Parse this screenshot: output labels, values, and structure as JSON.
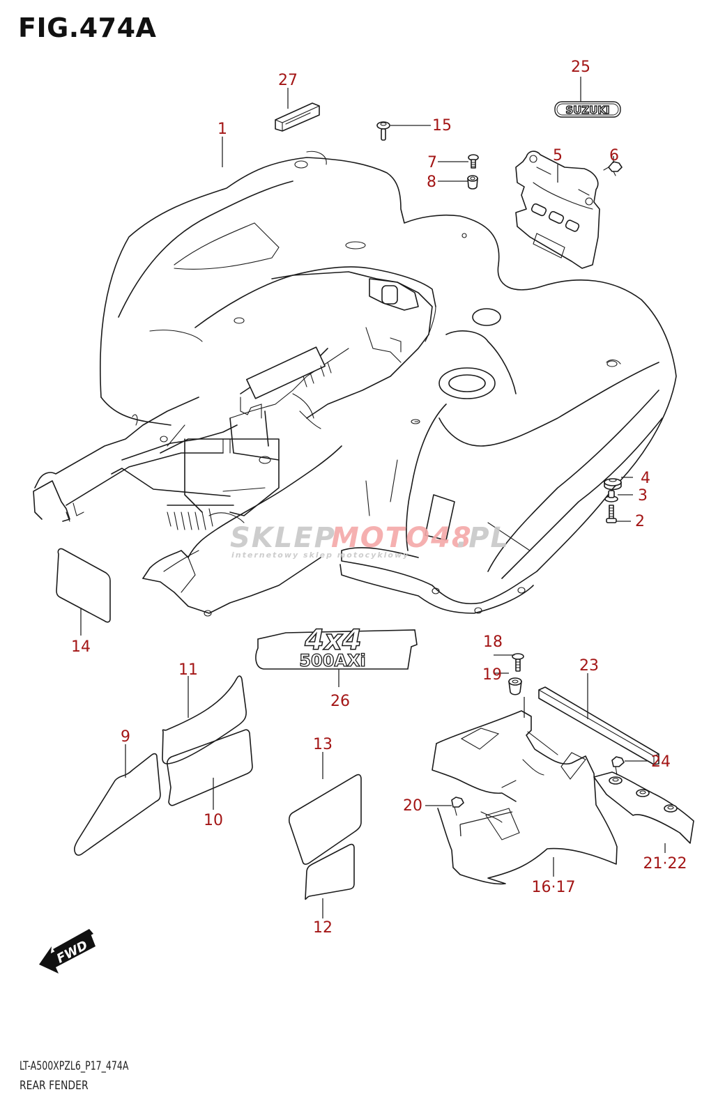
{
  "figure": {
    "title": "FIG.474A",
    "model_code": "LT-A500XPZL6_P17_474A",
    "section_name": "REAR FENDER"
  },
  "watermark": {
    "brand_left": "SKLEP",
    "brand_right": "MOTO48",
    "brand_suffix": ".PL",
    "tagline": "internetowy sklep motocyklowy",
    "colors": {
      "gray": "#c8c8c8",
      "red": "#f4a8a8"
    }
  },
  "decals": {
    "suzuki_emblem": "SUZUKI",
    "badge_line1": "4x4",
    "badge_line2": "500AXi"
  },
  "direction_arrow": {
    "label": "FWD"
  },
  "callout_color": "#a31515",
  "callouts": [
    {
      "id": "1",
      "part": "rear-fender"
    },
    {
      "id": "2",
      "part": "bolt"
    },
    {
      "id": "3",
      "part": "collar"
    },
    {
      "id": "4",
      "part": "cushion"
    },
    {
      "id": "5",
      "part": "box-bracket"
    },
    {
      "id": "6",
      "part": "clip"
    },
    {
      "id": "7",
      "part": "screw"
    },
    {
      "id": "8",
      "part": "nut"
    },
    {
      "id": "9",
      "part": "decal"
    },
    {
      "id": "10",
      "part": "decal"
    },
    {
      "id": "11",
      "part": "decal"
    },
    {
      "id": "12",
      "part": "label"
    },
    {
      "id": "13",
      "part": "label"
    },
    {
      "id": "14",
      "part": "label"
    },
    {
      "id": "15",
      "part": "screw"
    },
    {
      "id": "16·17",
      "part": "mud-flap"
    },
    {
      "id": "18",
      "part": "screw"
    },
    {
      "id": "19",
      "part": "nut"
    },
    {
      "id": "20",
      "part": "clip"
    },
    {
      "id": "21·22",
      "part": "protector"
    },
    {
      "id": "23",
      "part": "cushion-strip"
    },
    {
      "id": "24",
      "part": "clip"
    },
    {
      "id": "25",
      "part": "suzuki-emblem"
    },
    {
      "id": "26",
      "part": "4x4-emblem"
    },
    {
      "id": "27",
      "part": "cushion-block"
    }
  ]
}
